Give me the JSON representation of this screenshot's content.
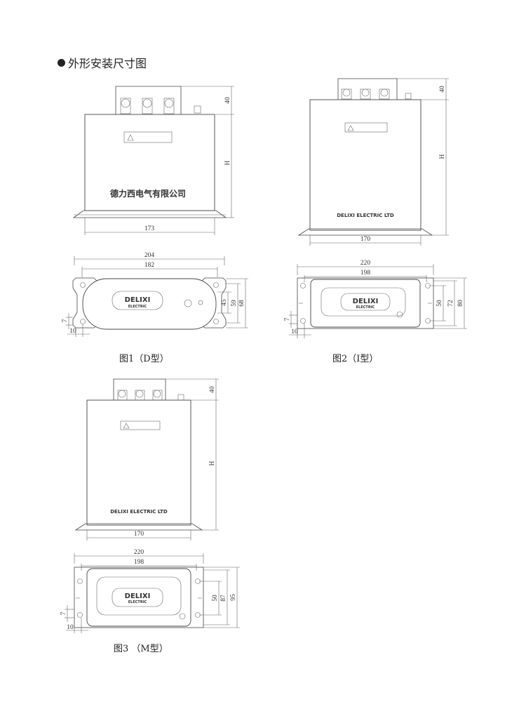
{
  "header": {
    "title": "外形安装尺寸图"
  },
  "captions": {
    "fig1": "图1（D型）",
    "fig2": "图2（I型）",
    "fig3": "图3 （M型）"
  },
  "labels": {
    "brand_cn": "德力西电气有限公司",
    "brand_en": "DELIXI ELECTRIC LTD",
    "logo": "DELIXI",
    "logo_sub": "ELECTRIC"
  },
  "dims": {
    "d": {
      "top": "40",
      "height": "H",
      "width": "173",
      "outer": "204",
      "inner": "182",
      "h1": "45",
      "h2": "59",
      "h3": "68",
      "s1": "7",
      "s2": "10"
    },
    "i": {
      "top": "40",
      "height": "H",
      "width": "170",
      "outer": "220",
      "inner": "198",
      "h1": "50",
      "h2": "72",
      "h3": "80",
      "s1": "7",
      "s2": "10"
    },
    "m": {
      "top": "40",
      "height": "H",
      "width": "170",
      "outer": "220",
      "inner": "198",
      "h1": "50",
      "h2": "87",
      "h3": "95",
      "s1": "7",
      "s2": "10"
    }
  }
}
